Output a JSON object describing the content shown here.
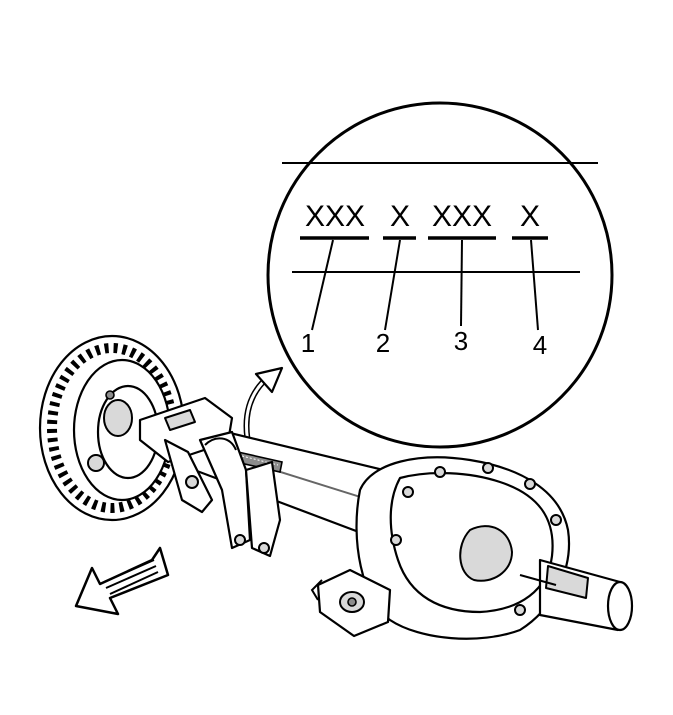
{
  "detail_view": {
    "codes": [
      "XXX",
      "X",
      "XXX",
      "X"
    ],
    "callouts": [
      "1",
      "2",
      "3",
      "4"
    ]
  },
  "icons": {
    "pointer_arrow": "curved-arrow-icon",
    "direction_arrow": "front-direction-arrow-icon"
  },
  "colors": {
    "line": "#000000",
    "background": "#ffffff",
    "shade": "#d9d9d9"
  }
}
